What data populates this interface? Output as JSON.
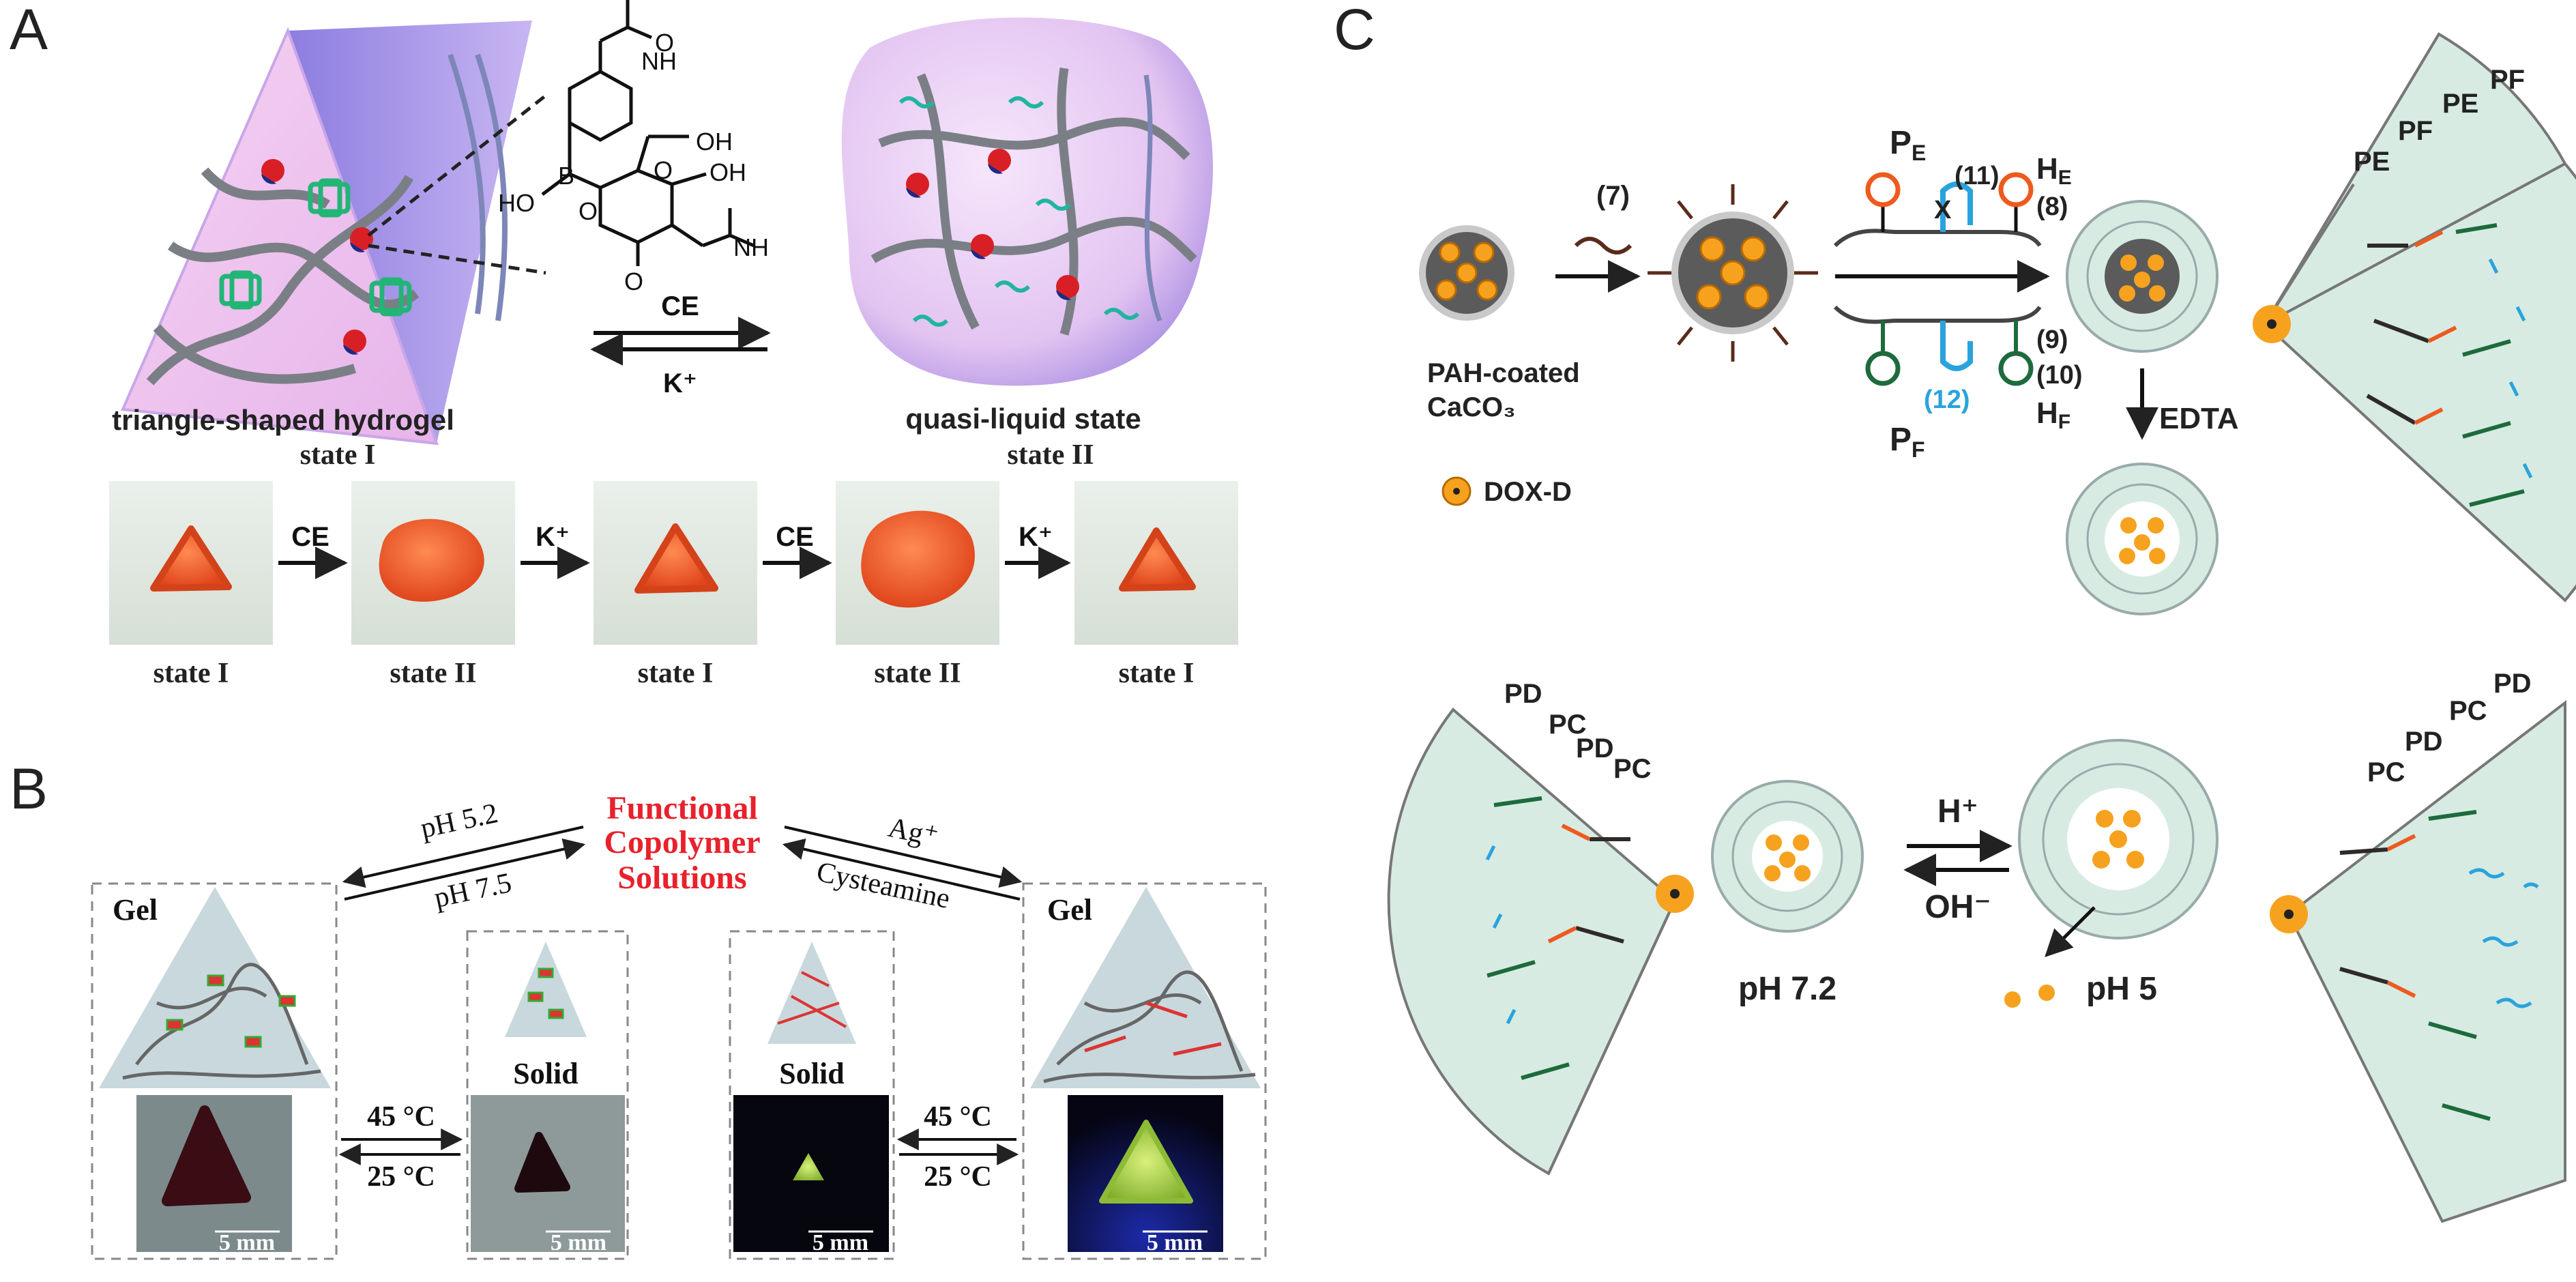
{
  "panel_a": {
    "letter": "A",
    "label_triangle_top": "triangle-shaped  hydrogel",
    "label_triangle_bottom": "state I",
    "label_quasi_top": "quasi-liquid state",
    "label_quasi_bottom": "state II",
    "arrow_ce": "CE",
    "arrow_k": "K⁺",
    "chem_oh_1": "OH",
    "chem_oh_2": "OH",
    "chem_ho": "HO",
    "chem_nh_1": "NH",
    "chem_nh_2": "NH",
    "chem_b": "B",
    "chem_o_1": "O",
    "chem_o_2": "O",
    "chem_o_3": "O",
    "chem_o_4": "O",
    "photo_steps": [
      {
        "label": "state I",
        "arrow": "CE"
      },
      {
        "label": "state II",
        "arrow": "K⁺"
      },
      {
        "label": "state I",
        "arrow": "CE"
      },
      {
        "label": "state II",
        "arrow": "K⁺"
      },
      {
        "label": "state I",
        "arrow": ""
      }
    ]
  },
  "panel_b": {
    "letter": "B",
    "center_line1": "Functional",
    "center_line2": "Copolymer",
    "center_line3": "Solutions",
    "ph_top": "pH  5.2",
    "ph_bottom": "pH  7.5",
    "ag": "Ag⁺",
    "cysteamine": "Cysteamine",
    "gel_left": "Gel",
    "gel_right": "Gel",
    "solid_left": "Solid",
    "solid_right": "Solid",
    "temp_high_left": "45 °C",
    "temp_low_left": "25 °C",
    "temp_high_right": "45 °C",
    "temp_low_right": "25 °C",
    "scale": "5 mm",
    "accent_color": "#e8212c"
  },
  "panel_c": {
    "letter": "C",
    "step_7": "(7)",
    "pah_line1": "PAH-coated",
    "pah_line2": "CaCO₃",
    "dox_label": "DOX-D",
    "pe": "P",
    "pe_sub": "E",
    "pf": "P",
    "pf_sub": "F",
    "he": "H",
    "he_sub": "E",
    "hf": "H",
    "hf_sub": "F",
    "n11": "(11)",
    "n8": "(8)",
    "n9": "(9)",
    "n10": "(10)",
    "n12": "(12)",
    "x_mark": "X",
    "edta": "EDTA",
    "fan_top_labels": [
      "PE",
      "PF",
      "PE",
      "PF"
    ],
    "fan_left_labels": [
      "PD",
      "PC",
      "PD",
      "PC"
    ],
    "fan_right_labels": [
      "PC",
      "PD",
      "PC",
      "PD"
    ],
    "ph72": "pH 7.2",
    "ph5": "pH 5",
    "h_plus": "H⁺",
    "oh_minus": "OH⁻",
    "colors": {
      "dox": "#f6a21e",
      "green": "#1d6b3c",
      "orange": "#ee5a1e",
      "blue": "#2aa3dc",
      "dark": "#2f2a2a",
      "mint": "#d7ebe3"
    }
  }
}
